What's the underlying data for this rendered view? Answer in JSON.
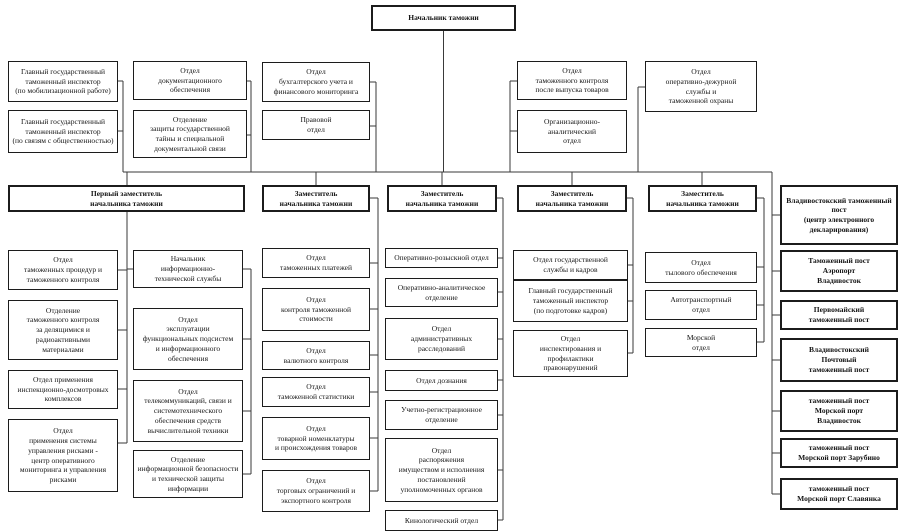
{
  "root": "Начальник таможни",
  "staff": {
    "inspector_mobilization": "Главный государственный\nтаможенный инспектор\n(по мобилизационной работе)",
    "inspector_public": "Главный государственный\nтаможенный инспектор\n(по связям с общественностью)",
    "doc_support": "Отдел\nдокументационного\nобеспечения",
    "state_secrets": "Отделение\nзащиты государственной\nтайны и специальной\nдокументальной связи",
    "accounting": "Отдел\nбухгалтерского учета и\nфинансового мониторинга",
    "legal": "Правовой\nотдел",
    "post_release_control": "Отдел\nтаможенного контроля\nпосле выпуска товаров",
    "org_analytical": "Организационно-\nаналитический\nотдел",
    "operational_duty": "Отдел\nоперативно-дежурной\nслужбы и\nтаможенной охраны"
  },
  "deputies": {
    "first": "Первый заместитель\nначальника таможни",
    "d2": "Заместитель\nначальника таможни",
    "d3": "Заместитель\nначальника таможни",
    "d4": "Заместитель\nначальника таможни",
    "d5": "Заместитель\nначальника таможни"
  },
  "col1": {
    "customs_procedures": "Отдел\nтаможенных процедур и\nтаможенного контроля",
    "radioactive_control": "Отделение\nтаможенного контроля\nза делящимися и\nрадиоактивными\nматериалами",
    "inspection_complexes": "Отдел применения\nинспекционно-досмотровых\nкомплексов",
    "risk_management": "Отдел\nприменения системы\nуправления рисками -\nцентр оперативного\nмониторинга и управления\nрисками"
  },
  "col2": {
    "it_head": "Начальник\nинформационно-\nтехнической службы",
    "subsystems": "Отдел\nэксплуатации\nфункциональных подсистем\nи информационного\nобеспечения",
    "telecom": "Отдел\nтелекоммуникаций, связи и\nсистемотехнического\nобеспечения средств\nвычислительной техники",
    "infosec": "Отделение\nинформационной безопасности\nи технической защиты\nинформации"
  },
  "col3": {
    "payments": "Отдел\nтаможенных платежей",
    "value_control": "Отдел\nконтроля таможенной\nстоимости",
    "currency_control": "Отдел\nвалютного контроля",
    "statistics": "Отдел\nтаможенной статистики",
    "nomenclature": "Отдел\nтоварной номенклатуры\nи происхождения товаров",
    "trade_restrictions": "Отдел\nторговых ограничений и\nэкспортного контроля"
  },
  "col4": {
    "operational_search": "Оперативно-розыскной отдел",
    "operational_analytical": "Оперативно-аналитическое\nотделение",
    "admin_investigations": "Отдел\nадминистративных\nрасследований",
    "inquiry": "Отдел дознания",
    "registration": "Учетно-регистрационное\nотделение",
    "property": "Отдел\nраспоряжения\nимуществом и исполнения\nпостановлений\nуполномоченных органов",
    "canine": "Кинологический отдел"
  },
  "col5": {
    "personnel": "Отдел государственной\nслужбы и кадров",
    "training_inspector": "Главный государственный\nтаможенный инспектор\n(по подготовке кадров)",
    "inspection_prevention": "Отдел\nинспектирования и\nпрофилактики\nправонарушений"
  },
  "col6": {
    "logistics": "Отдел\nтылового обеспечения",
    "motor_transport": "Автотранспортный\nотдел",
    "marine": "Морской\nотдел"
  },
  "posts": {
    "ecd_center": "Владивостокский таможенный\nпост\n(центр электронного\nдекларирования)",
    "airport": "Таможенный пост\nАэропорт\nВладивосток",
    "pervomaisky": "Первомайский\nтаможенный пост",
    "postal": "Владивостокский\nПочтовый\nтаможенный пост",
    "seaport_vladivostok": "таможенный пост\nМорской порт\nВладивосток",
    "seaport_zarubino": "таможенный пост\nМорской порт Зарубино",
    "seaport_slavyanka": "таможенный пост\nМорской порт Славянка"
  }
}
